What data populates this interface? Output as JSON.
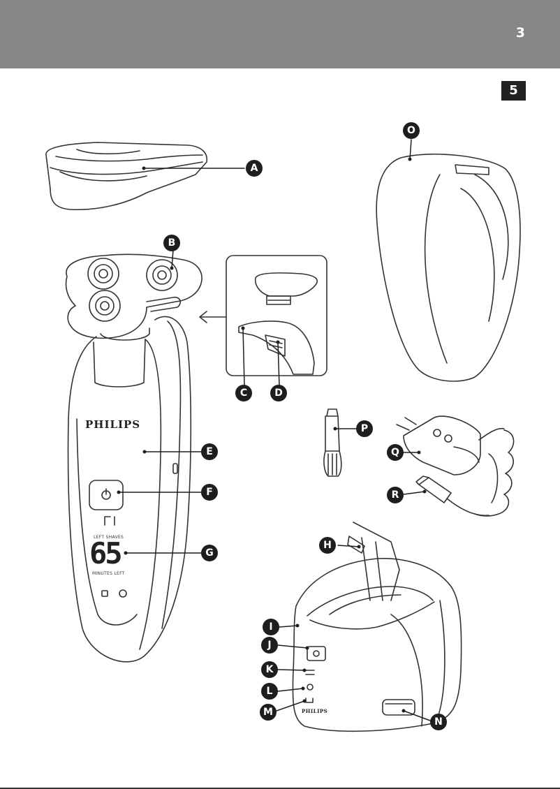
{
  "header": {
    "page_number": "3",
    "color": "#878787"
  },
  "figure_number": "5",
  "diagram": {
    "callouts": [
      {
        "id": "A",
        "label": "A"
      },
      {
        "id": "B",
        "label": "B"
      },
      {
        "id": "C",
        "label": "C"
      },
      {
        "id": "D",
        "label": "D"
      },
      {
        "id": "E",
        "label": "E"
      },
      {
        "id": "F",
        "label": "F"
      },
      {
        "id": "G",
        "label": "G"
      },
      {
        "id": "H",
        "label": "H"
      },
      {
        "id": "I",
        "label": "I"
      },
      {
        "id": "J",
        "label": "J"
      },
      {
        "id": "K",
        "label": "K"
      },
      {
        "id": "L",
        "label": "L"
      },
      {
        "id": "M",
        "label": "M"
      },
      {
        "id": "N",
        "label": "N"
      },
      {
        "id": "O",
        "label": "O"
      },
      {
        "id": "P",
        "label": "P"
      },
      {
        "id": "Q",
        "label": "Q"
      },
      {
        "id": "R",
        "label": "R"
      }
    ],
    "shaver": {
      "brand": "PHILIPS",
      "display_value": "65",
      "display_top_text": "LEFT SHAVES",
      "display_bottom_text": "MINUTES LEFT"
    },
    "station": {
      "brand": "PHILIPS"
    }
  }
}
